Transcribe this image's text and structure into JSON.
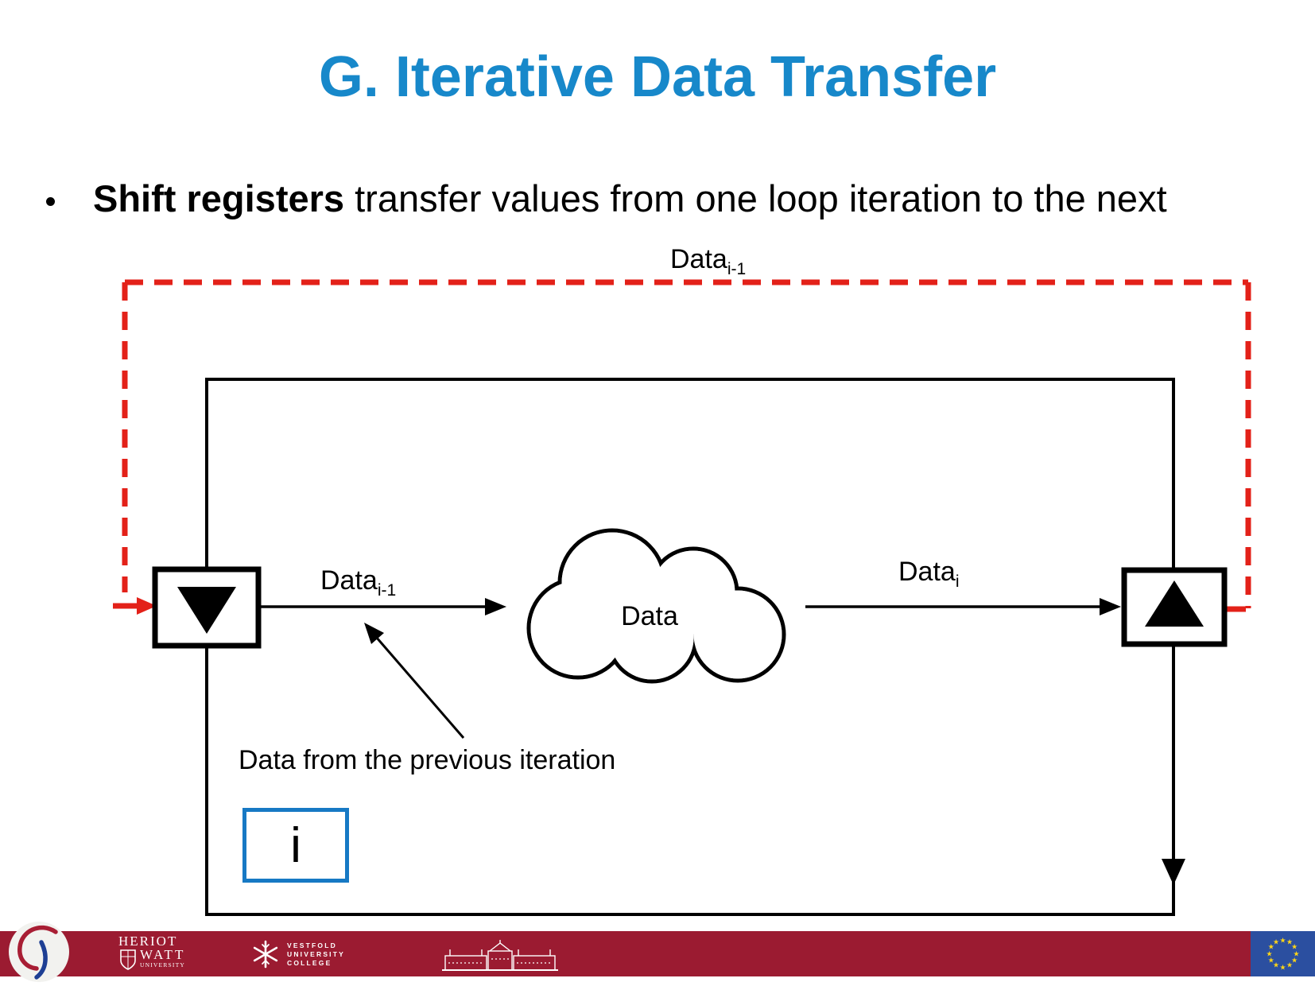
{
  "title": "G. Iterative Data Transfer",
  "bullet": {
    "bold": "Shift registers",
    "rest": " transfer values from one loop iteration to the next"
  },
  "diagram": {
    "feedback_label": {
      "base": "Data",
      "sub": "i-1"
    },
    "input_label": {
      "base": "Data",
      "sub": "i-1"
    },
    "output_label": {
      "base": "Data",
      "sub": "i"
    },
    "cloud_label": "Data",
    "annotation": "Data from the previous iteration",
    "loop_counter": "i",
    "colors": {
      "feedback_red": "#e32119",
      "loop_counter_blue": "#1779c4",
      "title_blue": "#1788ca"
    }
  },
  "footer": {
    "bar_color": "#9b1b31",
    "heriot_watt": {
      "line1": "HERIOT",
      "line2": "WATT",
      "line3": "UNIVERSITY"
    },
    "vestfold": {
      "line1": "VESTFOLD",
      "line2": "UNIVERSITY",
      "line3": "COLLEGE"
    },
    "eu_flag": {
      "star_glyph": "★"
    }
  }
}
